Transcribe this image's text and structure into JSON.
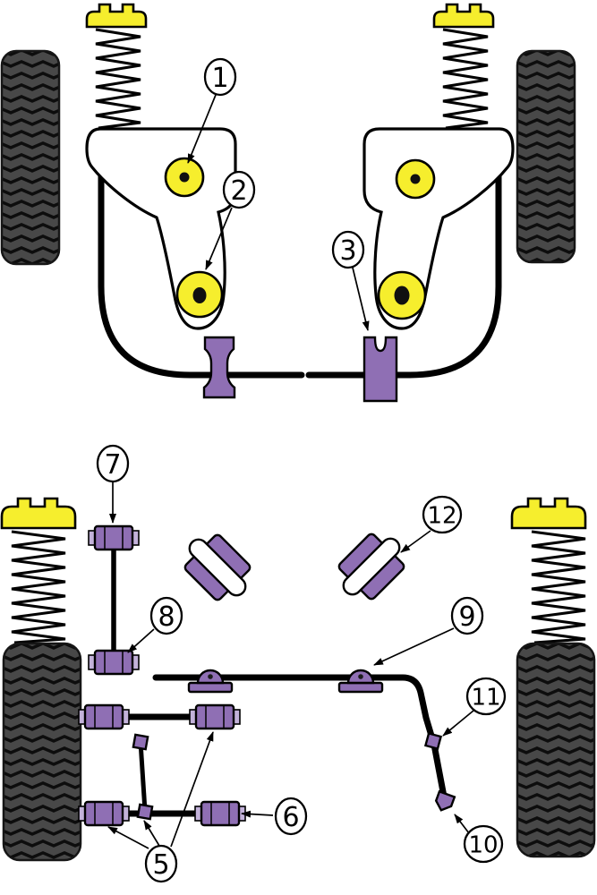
{
  "diagram": {
    "type": "suspension-bush-fitment-diagram",
    "callouts": [
      {
        "label": "1"
      },
      {
        "label": "2"
      },
      {
        "label": "3"
      },
      {
        "label": "5"
      },
      {
        "label": "6"
      },
      {
        "label": "7"
      },
      {
        "label": "8"
      },
      {
        "label": "9"
      },
      {
        "label": "10"
      },
      {
        "label": "11"
      },
      {
        "label": "12"
      }
    ],
    "colors": {
      "bush": "#8f6fb4",
      "bush_light": "#c3b2da",
      "highlight_yellow": "#f6ee2d",
      "tire": "#484848",
      "line": "#000000",
      "background": "#ffffff"
    }
  }
}
